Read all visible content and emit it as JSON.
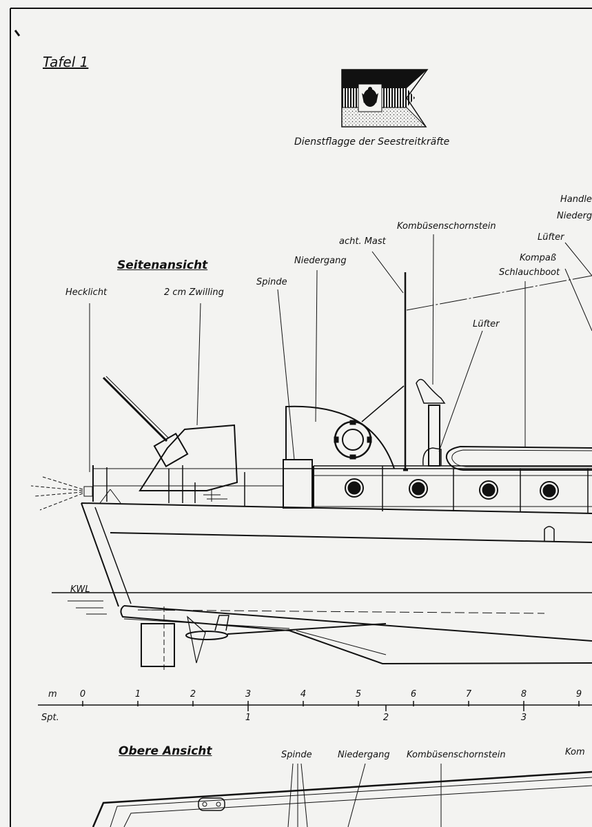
{
  "sheet": {
    "title": "Tafel 1",
    "flag_caption": "Dienstflagge der Seestreitkräfte"
  },
  "side_view": {
    "heading": "Seitenansicht",
    "labels": {
      "hecklicht": "Hecklicht",
      "zwilling": "2 cm Zwilling",
      "spinde": "Spinde",
      "niedergang": "Niedergang",
      "acht_mast": "acht. Mast",
      "kombuese": "Kombüsenschornstein",
      "luefter_1": "Lüfter",
      "kompass": "Kompaß",
      "schlauchboot": "Schlauchboot",
      "luefter_2": "Lüfter",
      "niederg_cut": "Niederg",
      "handle_cut": "Handle",
      "kwl": "KWL"
    }
  },
  "scale": {
    "meter_label": "m",
    "meter_ticks": [
      "0",
      "1",
      "2",
      "3",
      "4",
      "5",
      "6",
      "7",
      "8",
      "9"
    ],
    "spant_label": "Spt.",
    "spant_ticks": [
      "1",
      "2",
      "3"
    ]
  },
  "top_view": {
    "heading": "Obere Ansicht",
    "labels": {
      "spinde": "Spinde",
      "niedergang": "Niedergang",
      "kombuese": "Kombüsenschornstein",
      "komp_cut": "Kom"
    }
  }
}
